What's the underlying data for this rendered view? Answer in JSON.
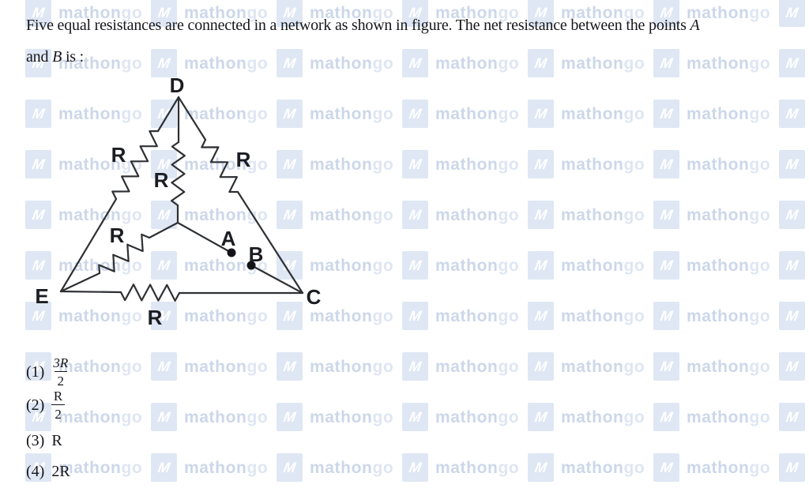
{
  "question": {
    "line1_text": "Five equal resistances are connected in a network as shown in figure. The net resistance between the points",
    "line1_point": "A",
    "line2_prefix": "and",
    "line2_point": "B",
    "line2_suffix": "is :"
  },
  "circuit": {
    "nodes": {
      "top": "D",
      "bottom_left": "E",
      "bottom_right": "C",
      "terminal_a": "A",
      "terminal_b": "B"
    },
    "resistors": [
      {
        "position": "left-edge-D-E",
        "label": "R"
      },
      {
        "position": "middle-D-to-center",
        "label": "R"
      },
      {
        "position": "right-edge-D-C",
        "label": "R"
      },
      {
        "position": "lower-left-center-to-E",
        "label": "R"
      },
      {
        "position": "bottom-edge-E-C",
        "label": "R"
      }
    ]
  },
  "options": [
    {
      "number": "(1)",
      "numerator": "3R",
      "denominator": "2"
    },
    {
      "number": "(2)",
      "numerator": "R",
      "denominator": "2"
    },
    {
      "number": "(3)",
      "value": "R"
    },
    {
      "number": "(4)",
      "value": "2R"
    }
  ],
  "watermark": {
    "brand_main": "mathon",
    "brand_tail": "go",
    "logo_letter": "M",
    "tile_color": "#dfe7f4",
    "text_color": "#ccd7e9",
    "tail_color": "#dee6f3",
    "grid": {
      "col_start": 32,
      "col_step": 159,
      "cols": 7,
      "row_start": -2,
      "row_step": 64,
      "rows": 10
    }
  }
}
